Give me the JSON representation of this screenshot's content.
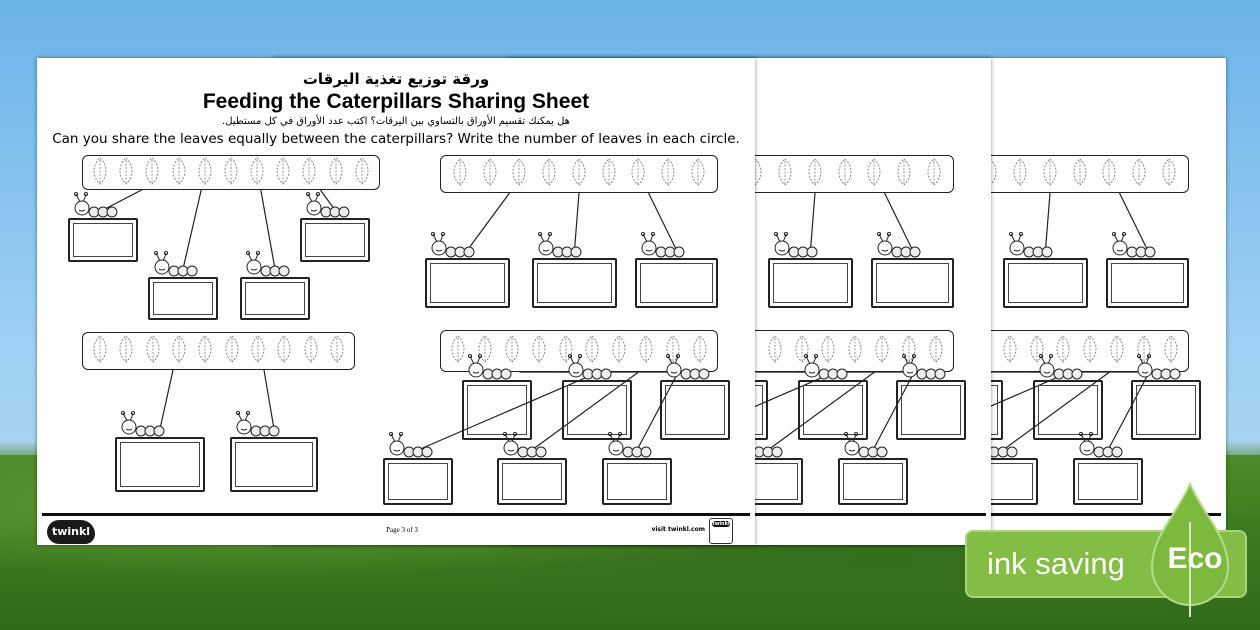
{
  "worksheet": {
    "title_ar": "ورقة توزيع تغذية اليرقات",
    "title_en": "Feeding the Caterpillars Sharing Sheet",
    "subtitle_ar": "هل يمكنك تقسيم الأوراق بالتساوي بين اليرقات؟ اكتب عدد الأوراق في كل مستطيل.",
    "subtitle_en": "Can you share the leaves equally between the caterpillars? Write the number of leaves in each circle.",
    "footer": {
      "logo": "twinkl",
      "page": "Page 3 of 3",
      "visit": "visit twinkl.com",
      "badge": "twinkl"
    }
  },
  "groups": [
    {
      "leaves": 11,
      "caterpillars": 4
    },
    {
      "leaves": 9,
      "caterpillars": 3
    },
    {
      "leaves": 10,
      "caterpillars": 2
    },
    {
      "leaves": 10,
      "caterpillars": 6
    }
  ],
  "badge": {
    "label": "ink saving",
    "eco": "Eco",
    "color": "#83bd45"
  }
}
